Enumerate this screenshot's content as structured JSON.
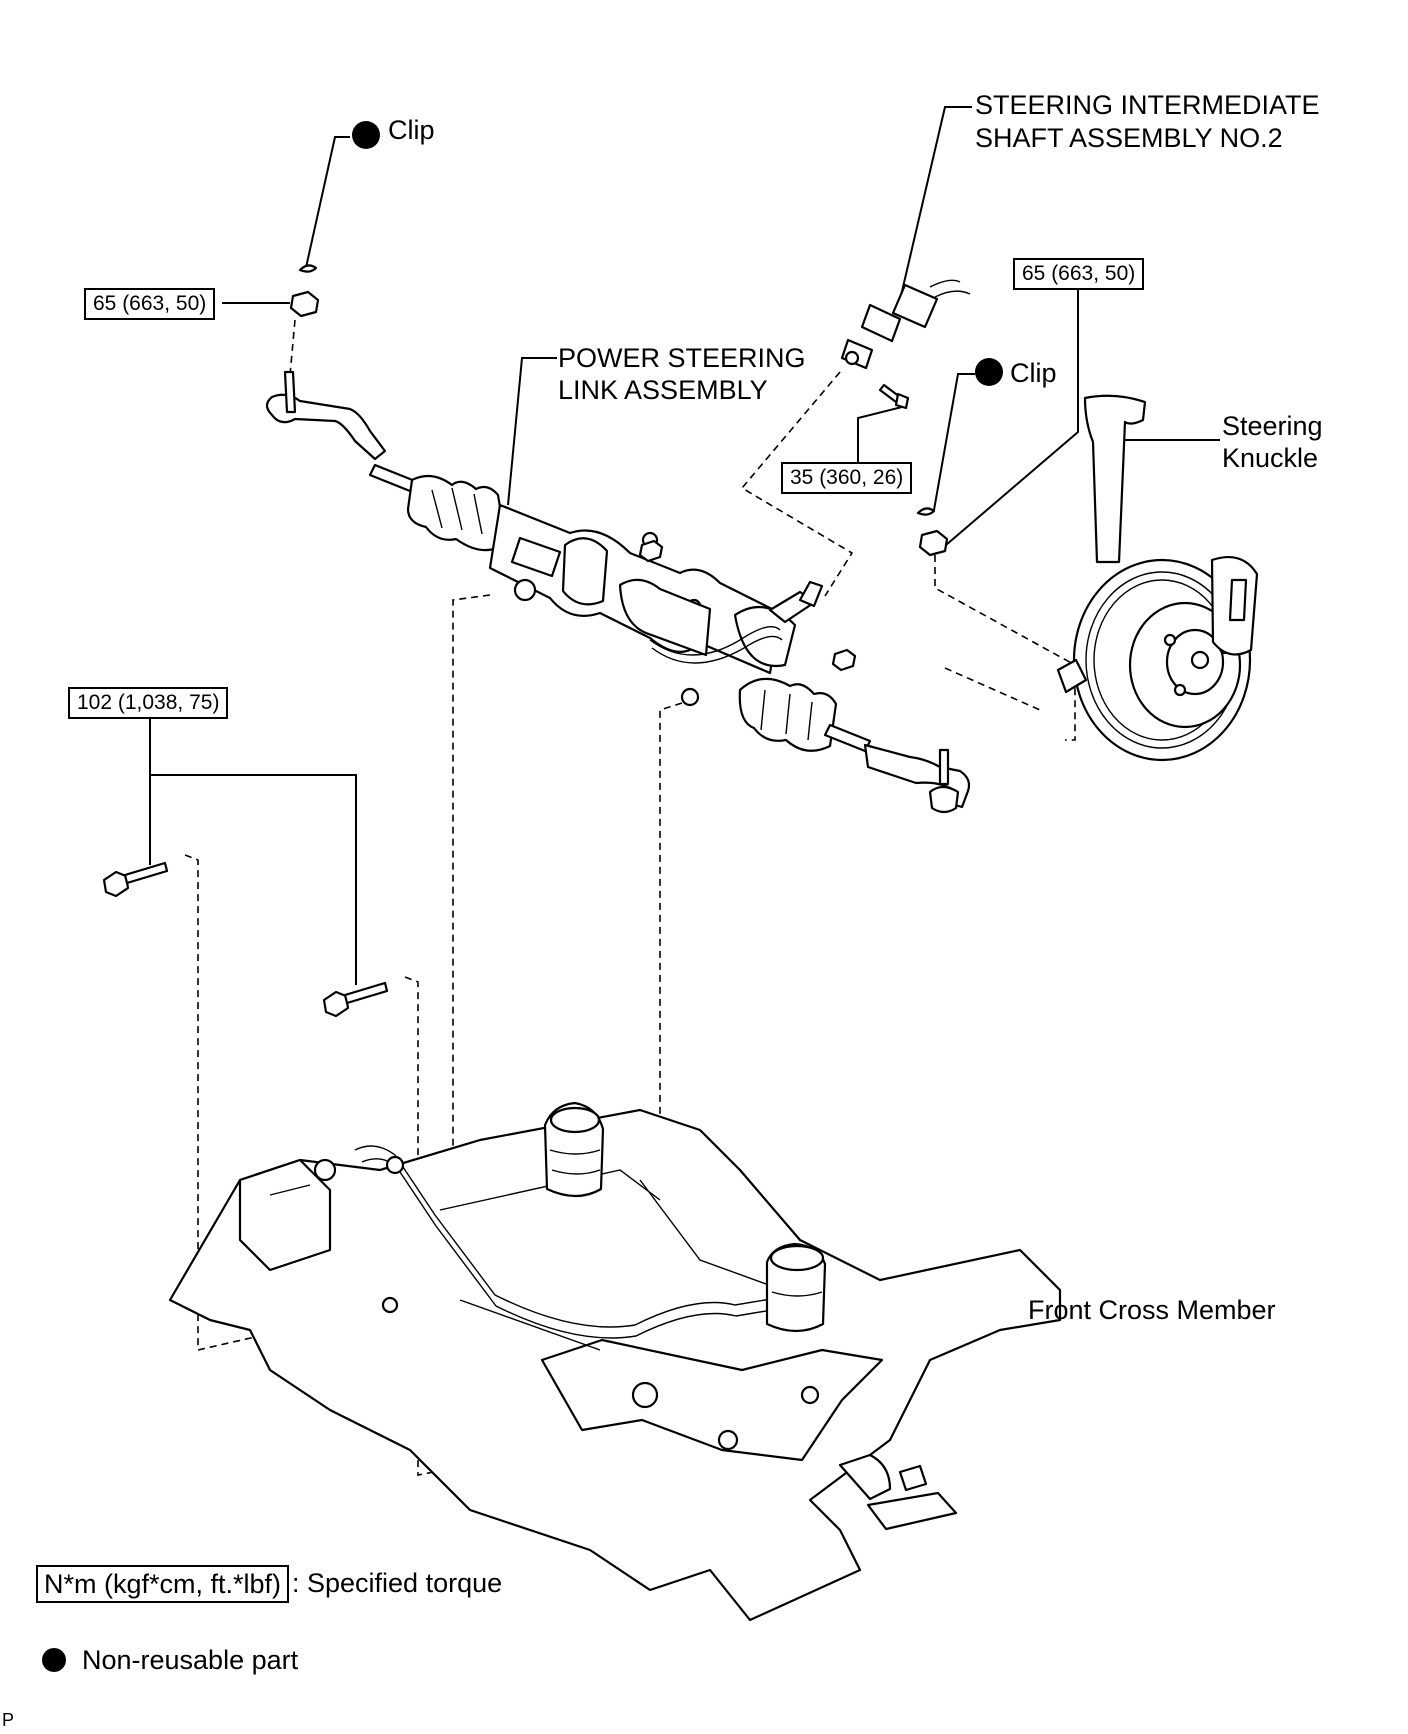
{
  "labels": {
    "clip_top": "Clip",
    "clip_right": "Clip",
    "intermediate_shaft_line1": "STEERING INTERMEDIATE",
    "intermediate_shaft_line2": "SHAFT ASSEMBLY NO.2",
    "power_steering_line1": "POWER STEERING",
    "power_steering_line2": "LINK ASSEMBLY",
    "knuckle_line1": "Steering",
    "knuckle_line2": "Knuckle",
    "front_cross_member": "Front Cross Member"
  },
  "torque": {
    "tie_rod_left": "65 (663, 50)",
    "tie_rod_right": "65 (663, 50)",
    "intermediate_bolt": "35 (360, 26)",
    "cross_member_bolts": "102 (1,038, 75)"
  },
  "legend": {
    "torque_unit": "N*m (kgf*cm, ft.*lbf)",
    "torque_desc": ": Specified torque",
    "nonreusable_desc": "Non-reusable part"
  },
  "corner_mark": "P"
}
